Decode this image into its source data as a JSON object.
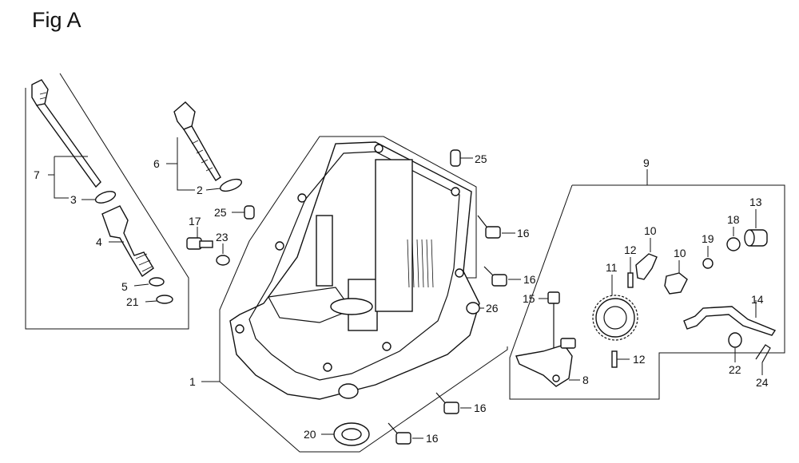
{
  "figure": {
    "title": "Fig A"
  },
  "callouts": [
    "7",
    "3",
    "4",
    "5",
    "21",
    "6",
    "2",
    "17",
    "23",
    "25",
    "25",
    "16",
    "16",
    "26",
    "1",
    "20",
    "16",
    "16",
    "9",
    "10",
    "10",
    "12",
    "11",
    "13",
    "18",
    "19",
    "15",
    "14",
    "12",
    "8",
    "22",
    "24"
  ]
}
